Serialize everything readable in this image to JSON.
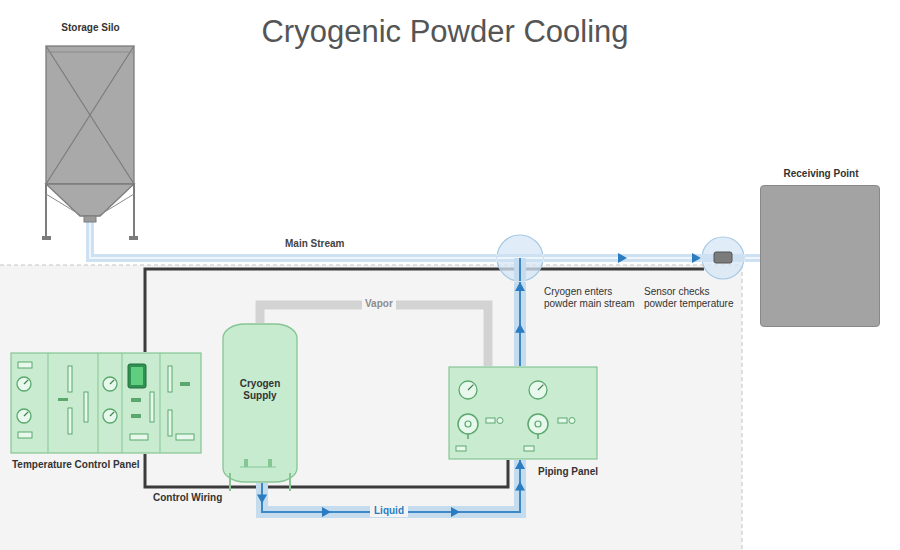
{
  "diagram": {
    "title": "Cryogenic Powder Cooling",
    "nodes": [
      {
        "text": [
          "Storage Silo"
        ]
      },
      {
        "text": [
          "Receiving Point"
        ]
      },
      {
        "text": [
          "Cryogen enters powder main stream"
        ]
      },
      {
        "text": [
          "Sensor checks powder temperature"
        ]
      },
      {
        "text": [
          "Temperature Control Panel"
        ]
      },
      {
        "text": [
          "Cryogen Supply"
        ]
      },
      {
        "text": [
          "Piping Panel"
        ]
      }
    ],
    "edges": [
      {
        "from": 0,
        "to": 2,
        "label": "Main Stream",
        "arrow": "none"
      },
      {
        "from": 2,
        "to": 3,
        "arrow": "to"
      },
      {
        "from": 3,
        "to": 1,
        "arrow": "none"
      },
      {
        "from": 4,
        "to": 3,
        "arrow": "none"
      },
      {
        "from": 4,
        "to": 6,
        "label": "Control Wiring",
        "arrow": "none"
      },
      {
        "from": 5,
        "to": 6,
        "label": "Vapor",
        "arrow": "none"
      },
      {
        "from": 5,
        "to": 6,
        "label": "Liquid",
        "arrow": "to"
      },
      {
        "from": 6,
        "to": 2,
        "arrow": "to"
      }
    ]
  }
}
